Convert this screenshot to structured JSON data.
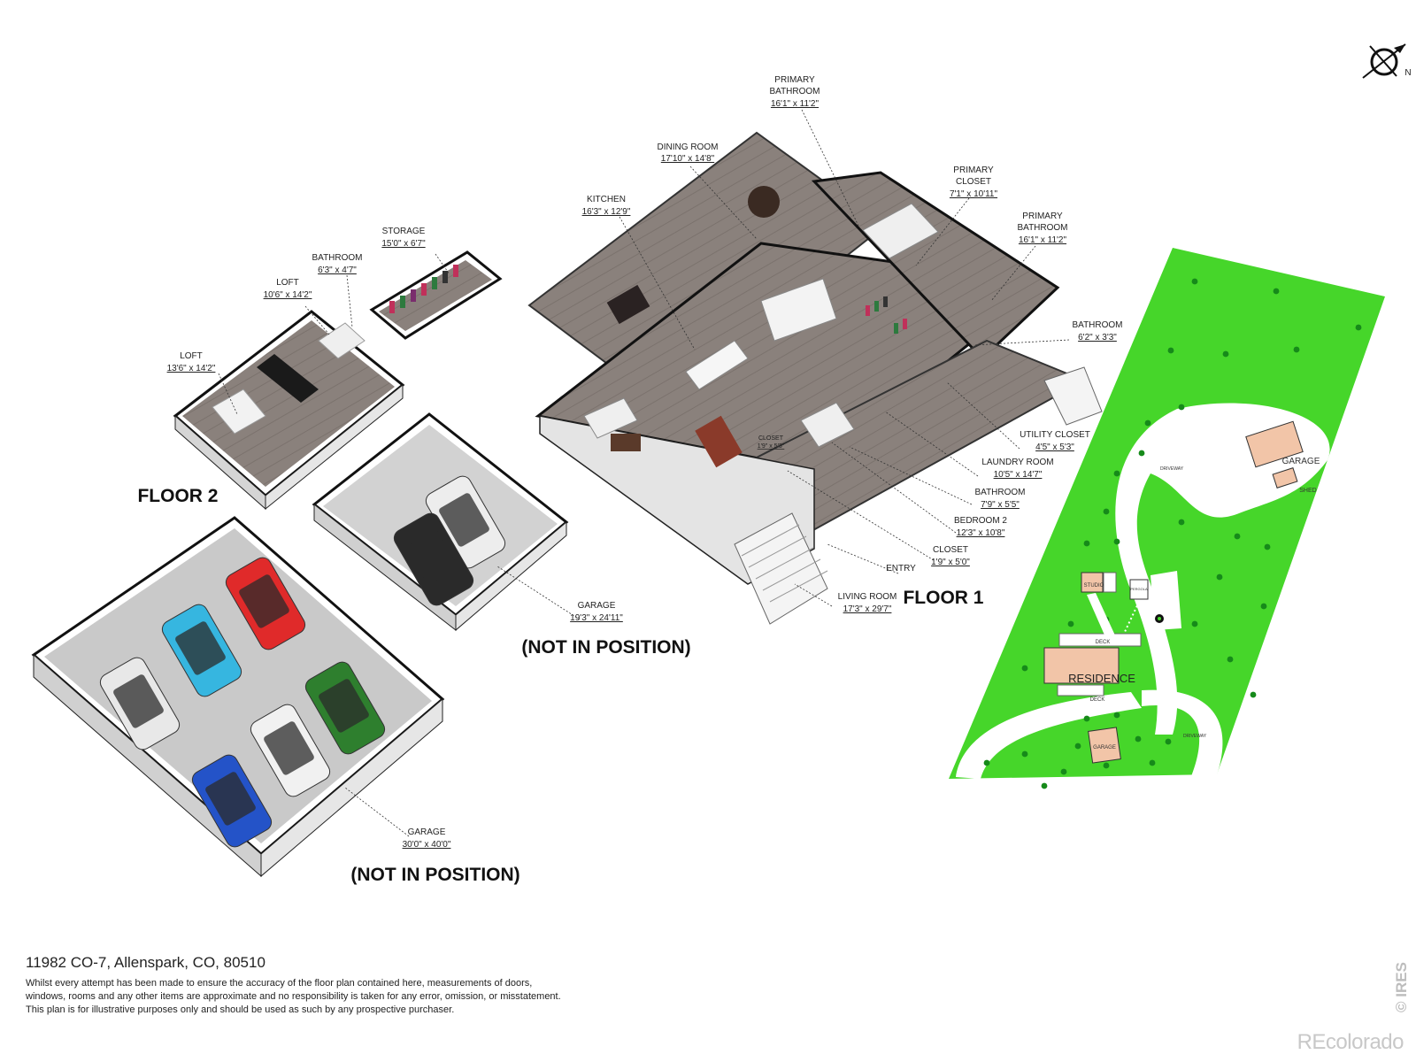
{
  "floors": {
    "floor2": "FLOOR 2",
    "floor1": "FLOOR 1",
    "not_in_position_a": "(NOT IN POSITION)",
    "not_in_position_b": "(NOT IN POSITION)"
  },
  "rooms": {
    "primary_bathroom_top": {
      "name1": "PRIMARY",
      "name2": "BATHROOM",
      "dims": "16'1\" x 11'2\""
    },
    "dining_room": {
      "name1": "DINING ROOM",
      "dims": "17'10\" x 14'8\""
    },
    "primary_closet": {
      "name1": "PRIMARY",
      "name2": "CLOSET",
      "dims": "7'1\" x 10'11\""
    },
    "kitchen": {
      "name1": "KITCHEN",
      "dims": "16'3\" x 12'9\""
    },
    "primary_bathroom_right": {
      "name1": "PRIMARY",
      "name2": "BATHROOM",
      "dims": "16'1\" x 11'2\""
    },
    "storage": {
      "name1": "STORAGE",
      "dims": "15'0\" x 6'7\""
    },
    "bathroom_floor2": {
      "name1": "BATHROOM",
      "dims": "6'3\" x 4'7\""
    },
    "loft_a": {
      "name1": "LOFT",
      "dims": "10'6\" x 14'2\""
    },
    "loft_b": {
      "name1": "LOFT",
      "dims": "13'6\" x 14'2\""
    },
    "bathroom_small": {
      "name1": "BATHROOM",
      "dims": "6'2\" x 3'3\""
    },
    "utility_closet": {
      "name1": "UTILITY CLOSET",
      "dims": "4'5\" x 5'3\""
    },
    "laundry_room": {
      "name1": "LAUNDRY ROOM",
      "dims": "10'5\" x 14'7\""
    },
    "bathroom_2": {
      "name1": "BATHROOM",
      "dims": "7'9\" x 5'5\""
    },
    "bedroom_2": {
      "name1": "BEDROOM 2",
      "dims": "12'3\" x 10'8\""
    },
    "closet_a": {
      "name1": "CLOSET",
      "dims": "1'9\" x 5'0\""
    },
    "closet_b": {
      "name1": "CLOSET",
      "dims": "1'9\" x 5'3\""
    },
    "entry": {
      "name1": "ENTRY"
    },
    "living_room": {
      "name1": "LIVING ROOM",
      "dims": "17'3\" x 29'7\""
    },
    "garage_small": {
      "name1": "GARAGE",
      "dims": "19'3\" x 24'11\""
    },
    "garage_large": {
      "name1": "GARAGE",
      "dims": "30'0\" x 40'0\""
    }
  },
  "site": {
    "residence": "RESIDENCE",
    "garage_top": "GARAGE",
    "shed": "SHED",
    "garage_bottom": "GARAGE",
    "studio": "STUDIO",
    "deck_top": "DECK",
    "deck_bottom": "DECK",
    "pergola": "PERGOLA",
    "driveway_top": "DRIVEWAY",
    "driveway_bottom": "DRIVEWAY",
    "colors": {
      "lawn": "#46d62a",
      "building": "#f2c5a8",
      "dot": "#168a1a"
    }
  },
  "compass": {
    "north": "N"
  },
  "footer": {
    "address": "11982 CO-7, Allenspark, CO, 80510",
    "disclaimer_1": "Whilst every attempt has been made to ensure the accuracy of the floor plan contained here, measurements of doors,",
    "disclaimer_2": "windows, rooms and any other items are approximate and no responsibility is taken for any error, omission, or misstatement.",
    "disclaimer_3": "This plan is for illustrative purposes only and should be used as such by any prospective purchaser."
  },
  "watermark": "REcolorado",
  "ires": "© IRES",
  "car_colors": [
    "#e8e8e8",
    "#36b6e0",
    "#e02a2a",
    "#2e7f2e",
    "#f1f1f1",
    "#2453c8",
    "#ededed",
    "#2a2a2a"
  ]
}
